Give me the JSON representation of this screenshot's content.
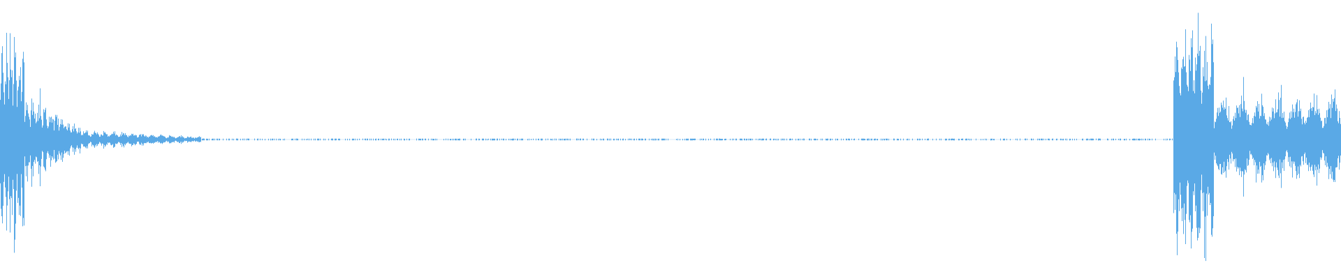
{
  "waveform": {
    "color": "#5aa9e6",
    "background": "#ffffff",
    "description_segments": [
      {
        "start": 0.0,
        "end": 0.018,
        "amp": 0.72,
        "kind": "burst"
      },
      {
        "start": 0.018,
        "end": 0.06,
        "amp": 0.32,
        "kind": "decay"
      },
      {
        "start": 0.06,
        "end": 0.15,
        "amp": 0.07,
        "kind": "tail"
      },
      {
        "start": 0.15,
        "end": 0.875,
        "amp": 0.006,
        "kind": "silence"
      },
      {
        "start": 0.875,
        "end": 0.905,
        "amp": 0.82,
        "kind": "burst"
      },
      {
        "start": 0.905,
        "end": 1.0,
        "amp": 0.3,
        "kind": "sustain"
      }
    ]
  }
}
